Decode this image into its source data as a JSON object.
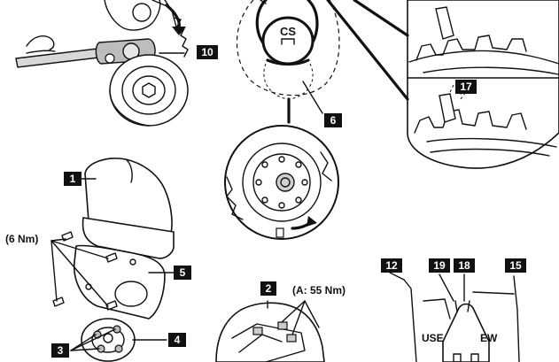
{
  "callouts": [
    {
      "id": "label-10",
      "text": "10"
    },
    {
      "id": "label-6",
      "text": "6"
    },
    {
      "id": "label-17",
      "text": "17"
    },
    {
      "id": "label-1",
      "text": "1"
    },
    {
      "id": "label-5",
      "text": "5"
    },
    {
      "id": "label-2",
      "text": "2"
    },
    {
      "id": "label-3",
      "text": "3"
    },
    {
      "id": "label-4",
      "text": "4"
    },
    {
      "id": "label-12",
      "text": "12"
    },
    {
      "id": "label-19",
      "text": "19"
    },
    {
      "id": "label-18",
      "text": "18"
    },
    {
      "id": "label-15",
      "text": "15"
    }
  ],
  "torque": {
    "cover_bolts": "(6 Nm)",
    "bracket_bolts": "(A: 55 Nm)"
  },
  "marks": {
    "crank_sprocket": "CS",
    "belt_use": "USE",
    "belt_new": "EW"
  }
}
